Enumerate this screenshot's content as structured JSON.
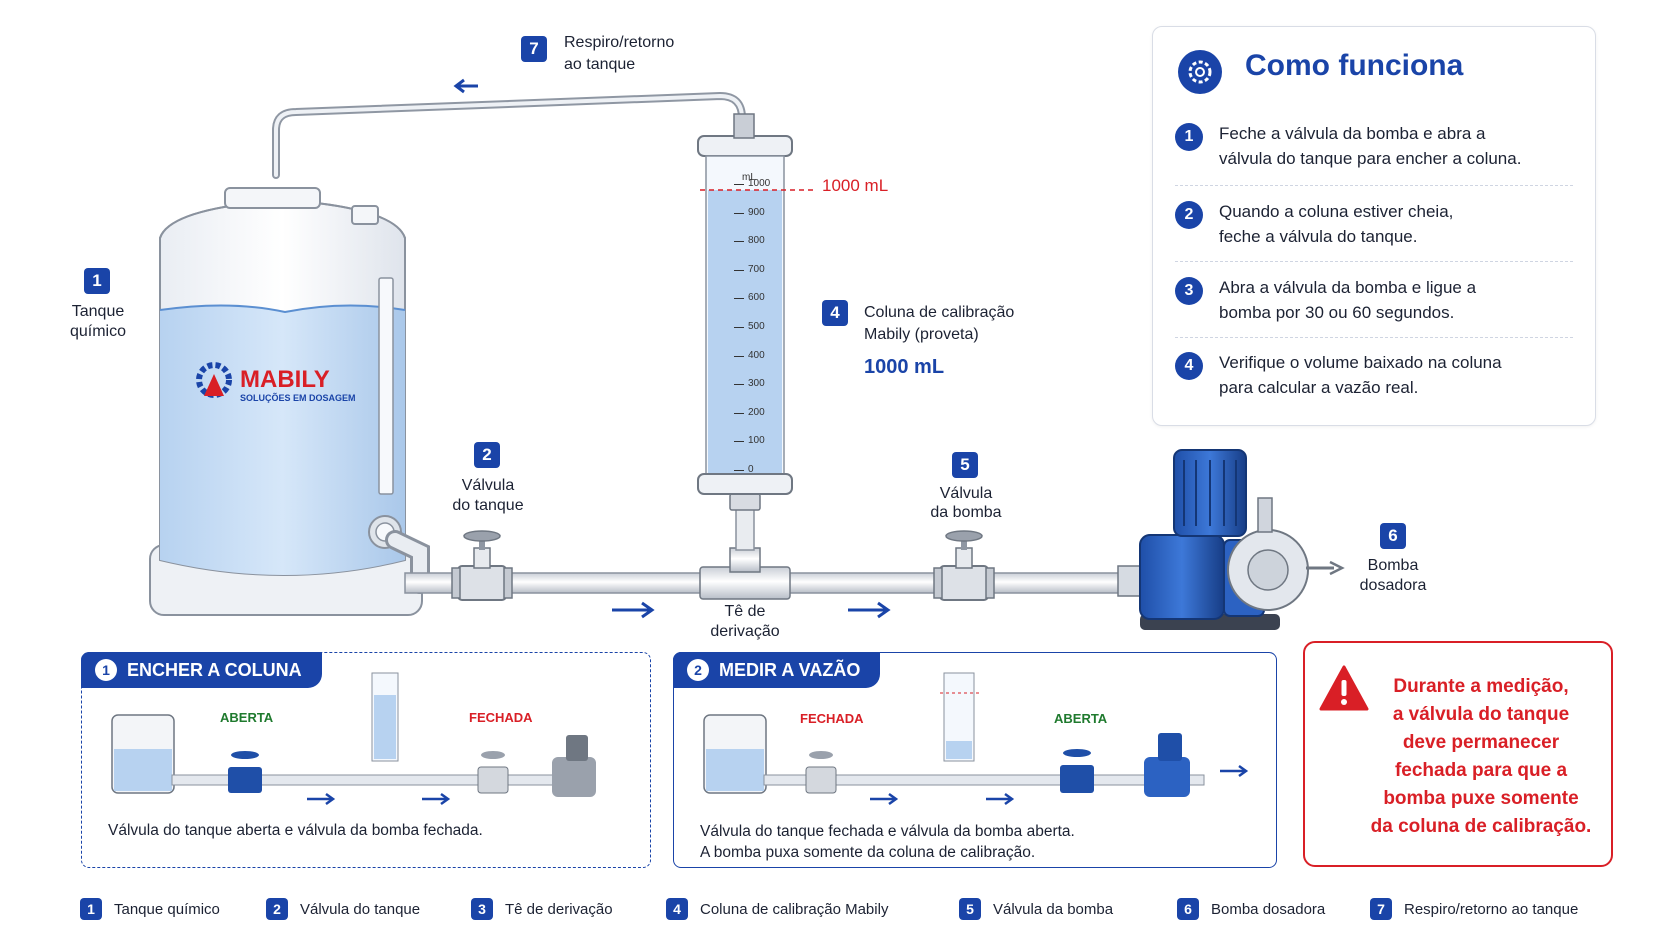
{
  "callouts": {
    "c1": {
      "num": "1",
      "label": "Tanque químico"
    },
    "c2": {
      "num": "2",
      "label_line1": "Válvula",
      "label_line2": "do tanque"
    },
    "c3": {
      "label_line1": "Tê de",
      "label_line2": "derivação"
    },
    "c4": {
      "num": "4",
      "label_line1": "Coluna de calibração",
      "label_line2": "Mabily (proveta)",
      "volume": "1000 mL"
    },
    "c5": {
      "num": "5",
      "label_line1": "Válvula",
      "label_line2": "da bomba"
    },
    "c6": {
      "num": "6",
      "label_line1": "Bomba",
      "label_line2": "dosadora"
    },
    "c7": {
      "num": "7",
      "label_line1": "Respiro/retorno",
      "label_line2": "ao tanque"
    }
  },
  "tank_logo": {
    "brand": "MABILY",
    "tagline": "SOLUÇÕES EM DOSAGEM"
  },
  "column": {
    "unit": "mL",
    "max_marker": "1000 mL",
    "scale": [
      "1000",
      "900",
      "800",
      "700",
      "600",
      "500",
      "400",
      "300",
      "200",
      "100",
      "0"
    ]
  },
  "how_it_works": {
    "title": "Como funciona",
    "steps": [
      {
        "num": "1",
        "line1": "Feche a válvula da bomba e abra a",
        "line2": "válvula do tanque para encher a coluna."
      },
      {
        "num": "2",
        "line1": "Quando a coluna estiver cheia,",
        "line2": "feche a válvula do tanque."
      },
      {
        "num": "3",
        "line1": "Abra a válvula da bomba e ligue a",
        "line2": "bomba por 30 ou 60 segundos."
      },
      {
        "num": "4",
        "line1": "Verifique o volume baixado na coluna",
        "line2": "para calcular a vazão real."
      }
    ]
  },
  "mini1": {
    "num": "1",
    "title": "ENCHER A COLUNA",
    "tag_left": "ABERTA",
    "tag_right": "FECHADA",
    "caption": "Válvula do tanque aberta e válvula da bomba fechada."
  },
  "mini2": {
    "num": "2",
    "title": "MEDIR A VAZÃO",
    "tag_left": "FECHADA",
    "tag_right": "ABERTA",
    "caption_line1": "Válvula do tanque fechada e válvula da bomba aberta.",
    "caption_line2": "A bomba puxa somente da coluna de calibração."
  },
  "warning": {
    "line1": "Durante a medição,",
    "line2": "a válvula do tanque",
    "line3": "deve permanecer",
    "line4": "fechada para que a",
    "line5": "bomba puxe somente",
    "line6": "da coluna de calibração."
  },
  "legend": [
    {
      "num": "1",
      "label": "Tanque químico"
    },
    {
      "num": "2",
      "label": "Válvula do tanque"
    },
    {
      "num": "3",
      "label": "Tê de derivação"
    },
    {
      "num": "4",
      "label": "Coluna de calibração Mabily"
    },
    {
      "num": "5",
      "label": "Válvula da bomba"
    },
    {
      "num": "6",
      "label": "Bomba dosadora"
    },
    {
      "num": "7",
      "label": "Respiro/retorno ao tanque"
    }
  ],
  "colors": {
    "accent": "#1a44a8",
    "warning": "#d91f26",
    "open": "#1f7a2e",
    "liquid": "#bcd6f2"
  }
}
